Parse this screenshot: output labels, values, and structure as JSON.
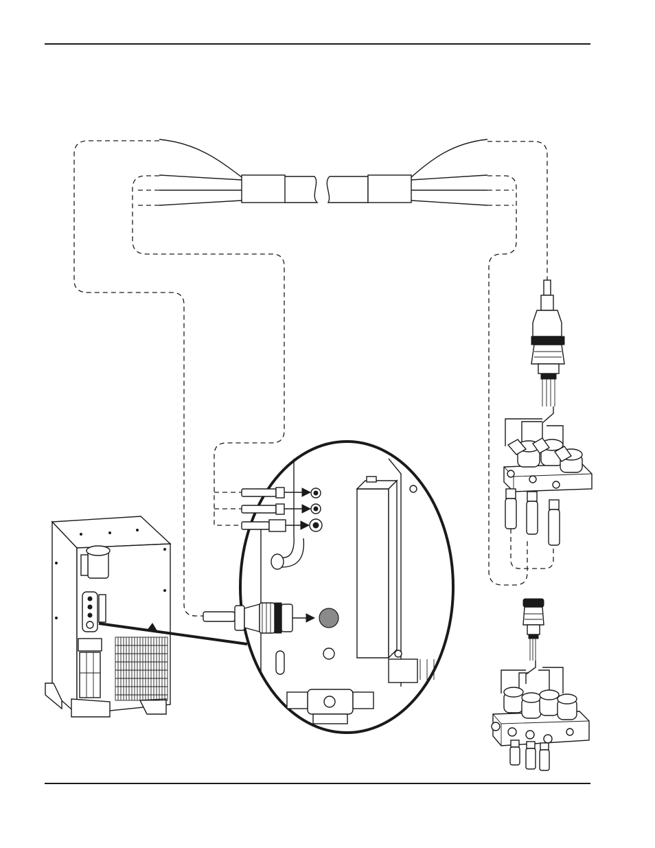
{
  "colors": {
    "ink": "#1a1a1a",
    "paper": "#ffffff",
    "plug_fill": "#8a8a8a"
  },
  "diagram": {
    "parts": [
      "hose-lead-left",
      "hose-lead-right",
      "heater-unit",
      "detail-callout",
      "gas-console-upper",
      "gas-console-lower"
    ]
  }
}
